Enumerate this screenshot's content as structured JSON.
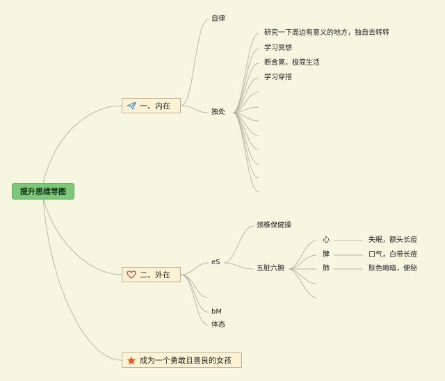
{
  "root": {
    "label": "提升思维导图"
  },
  "branch1": {
    "label": "一、内在",
    "icon": "paper-plane-icon",
    "children": {
      "zilu": "自律",
      "duchu": "独处",
      "duchu_items": [
        "研究一下周边有意义的地方，独自去转转",
        "学习冥想",
        "断舍离，极简生活",
        "学习穿搭"
      ]
    }
  },
  "branch2": {
    "label": "二、外在",
    "icon": "heart-outline-icon",
    "children": {
      "es": "eS",
      "es_items": [
        "颈椎保健操",
        "五脏六腑"
      ],
      "organs": [
        {
          "name": "心",
          "note": "失眠，额头长痘"
        },
        {
          "name": "脾",
          "note": "口气，白带长痘"
        },
        {
          "name": "肺",
          "note": "肤色晦暗，便秘"
        }
      ],
      "bm": "bM",
      "titai": "体态"
    }
  },
  "branch3": {
    "label": "成为一个勇敢且善良的女孩",
    "icon": "star-icon"
  },
  "colors": {
    "background": "#f6f6e1",
    "root_fill": "#7dc77b",
    "box_fill": "#fdf2d3",
    "line": "#b8b8a8",
    "star": "#e8572b",
    "heart": "#d9453a",
    "plane": "#3c8fc9"
  }
}
